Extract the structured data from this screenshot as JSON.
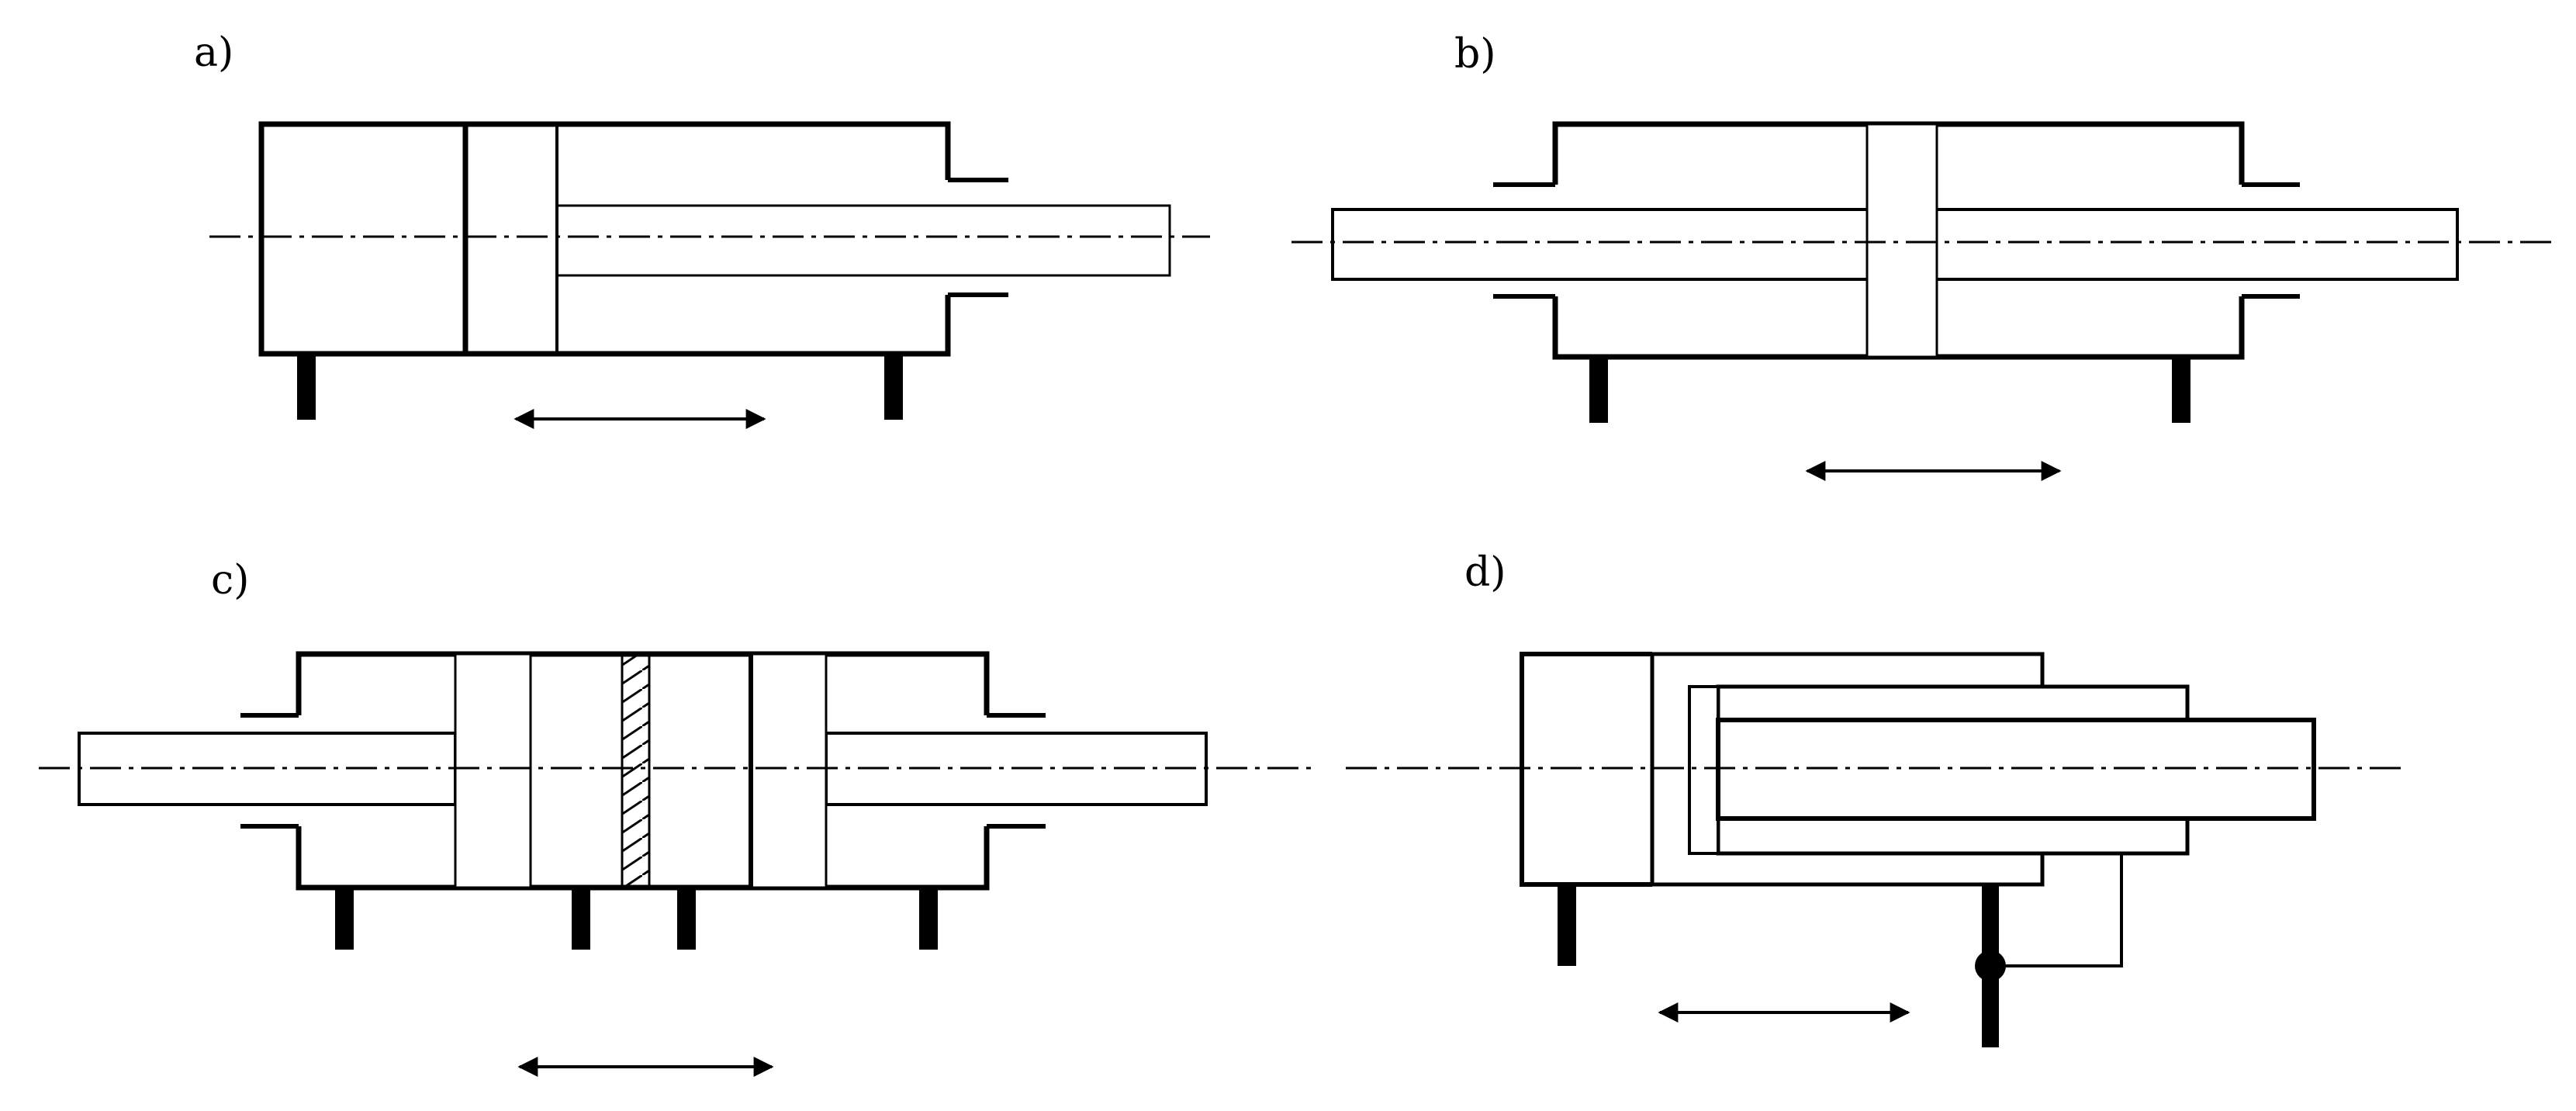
{
  "panels": [
    {
      "id": "a",
      "label": "a)"
    },
    {
      "id": "b",
      "label": "b)"
    },
    {
      "id": "c",
      "label": "c)"
    },
    {
      "id": "d",
      "label": "d)"
    }
  ],
  "colors": {
    "line": "#000000",
    "background": "#ffffff"
  }
}
